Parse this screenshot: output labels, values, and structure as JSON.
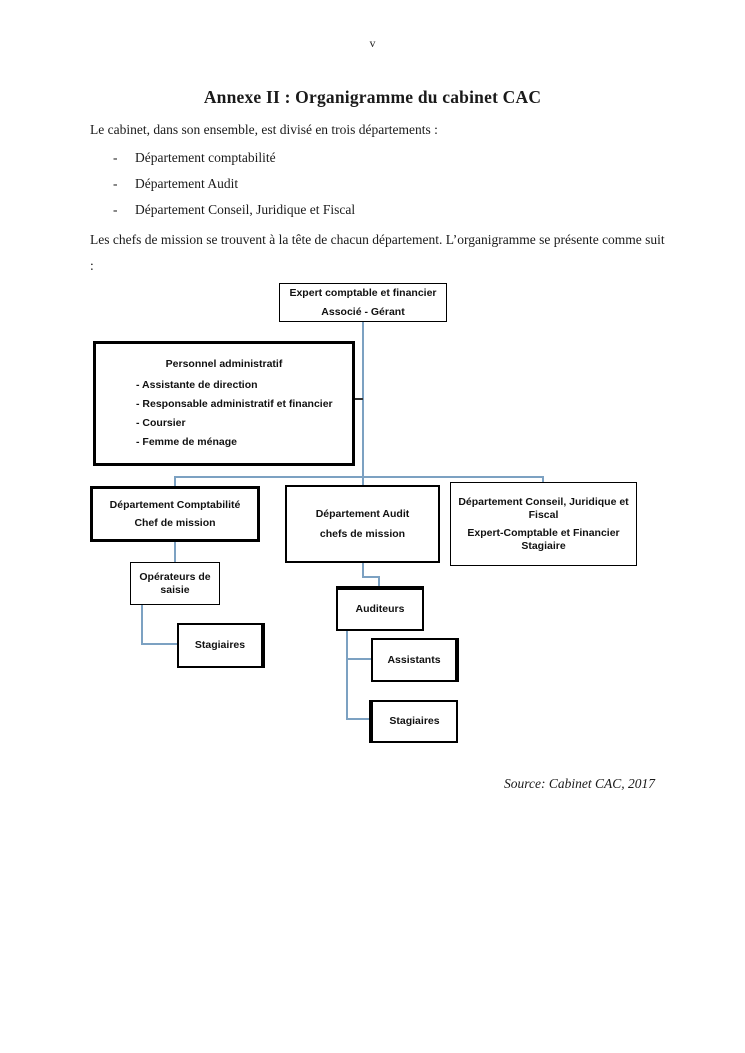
{
  "page": {
    "page_number": "v",
    "title": "Annexe II : Organigramme du cabinet CAC",
    "intro": "Le cabinet, dans son ensemble, est divisé en trois départements :",
    "list_marker": "-",
    "list_items": [
      "Département comptabilité",
      "Département Audit",
      "Département Conseil, Juridique et Fiscal"
    ],
    "paragraph": "Les chefs de mission se trouvent à la tête de chacun département. L’organigramme se présente comme suit :",
    "source": "Source: Cabinet CAC, 2017"
  },
  "chart": {
    "type": "org-chart",
    "connector_color": "#7CA1C2",
    "admin_connector_color": "#333333",
    "nodes": {
      "root": {
        "line1": "Expert comptable et financier",
        "line2": "Associé - Gérant"
      },
      "admin": {
        "title": "Personnel administratif",
        "items": [
          "- Assistante de direction",
          "- Responsable administratif et financier",
          "- Coursier",
          "- Femme de ménage"
        ]
      },
      "dept_comptabilite": {
        "line1": "Département Comptabilité",
        "line2": "Chef de mission"
      },
      "dept_audit": {
        "line1": "Département Audit",
        "line2": "chefs de  mission"
      },
      "dept_conseil": {
        "line1": "Département Conseil, Juridique et Fiscal",
        "line2": "Expert-Comptable et Financier Stagiaire"
      },
      "operateurs": {
        "label": "Opérateurs de saisie"
      },
      "stagiaires_comptabilite": {
        "label": "Stagiaires"
      },
      "auditeurs": {
        "label": "Auditeurs"
      },
      "assistants": {
        "label": "Assistants"
      },
      "stagiaires_audit": {
        "label": "Stagiaires"
      }
    }
  }
}
